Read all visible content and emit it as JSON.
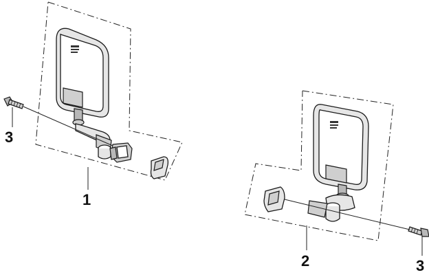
{
  "callouts": {
    "assembly_left": "1",
    "assembly_right": "2",
    "bolt_left": "3",
    "bolt_right": "3"
  }
}
